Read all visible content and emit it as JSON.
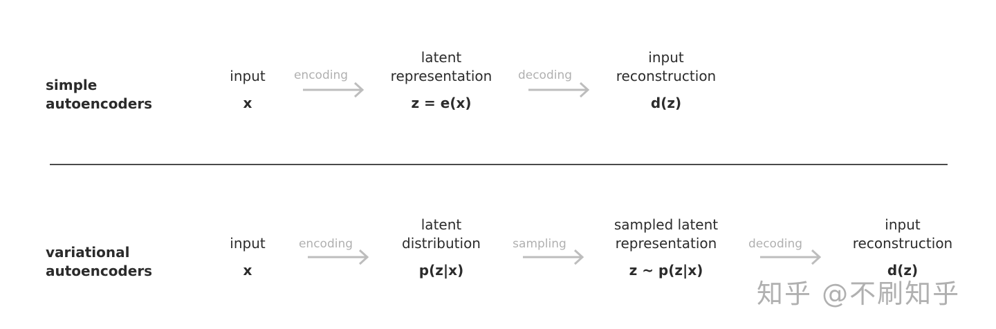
{
  "simple": {
    "label_line1": "simple",
    "label_line2": "autoencoders",
    "input": {
      "title": "input",
      "math": "x"
    },
    "encoding": "encoding",
    "latent": {
      "title1": "latent",
      "title2": "representation",
      "math": "z = e(x)"
    },
    "decoding": "decoding",
    "output": {
      "title1": "input",
      "title2": "reconstruction",
      "math": "d(z)"
    }
  },
  "variational": {
    "label_line1": "variational",
    "label_line2": "autoencoders",
    "input": {
      "title": "input",
      "math": "x"
    },
    "encoding": "encoding",
    "latent": {
      "title1": "latent",
      "title2": "distribution",
      "math": "p(z|x)"
    },
    "sampling": "sampling",
    "sampled": {
      "title1": "sampled latent",
      "title2": "representation",
      "math": "z ~ p(z|x)"
    },
    "decoding": "decoding",
    "output": {
      "title1": "input",
      "title2": "reconstruction",
      "math": "d(z)"
    }
  },
  "watermark": "知乎 @不刷知乎",
  "colors": {
    "text": "#2b2b2b",
    "edge_label": "#b0b0b0",
    "arrow": "#bdbdbd",
    "divider": "#4a4a4a"
  }
}
